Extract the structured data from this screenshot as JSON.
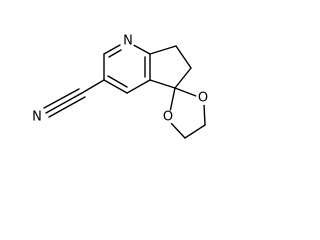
{
  "molecule": {
    "atoms": {
      "pyridine_n": "N",
      "nitrile_n": "N",
      "dioxolane_o_top": "O",
      "dioxolane_o_bottom": "O"
    }
  },
  "colors": {
    "bond": "#000000",
    "label": "#000000",
    "background": "#ffffff"
  }
}
